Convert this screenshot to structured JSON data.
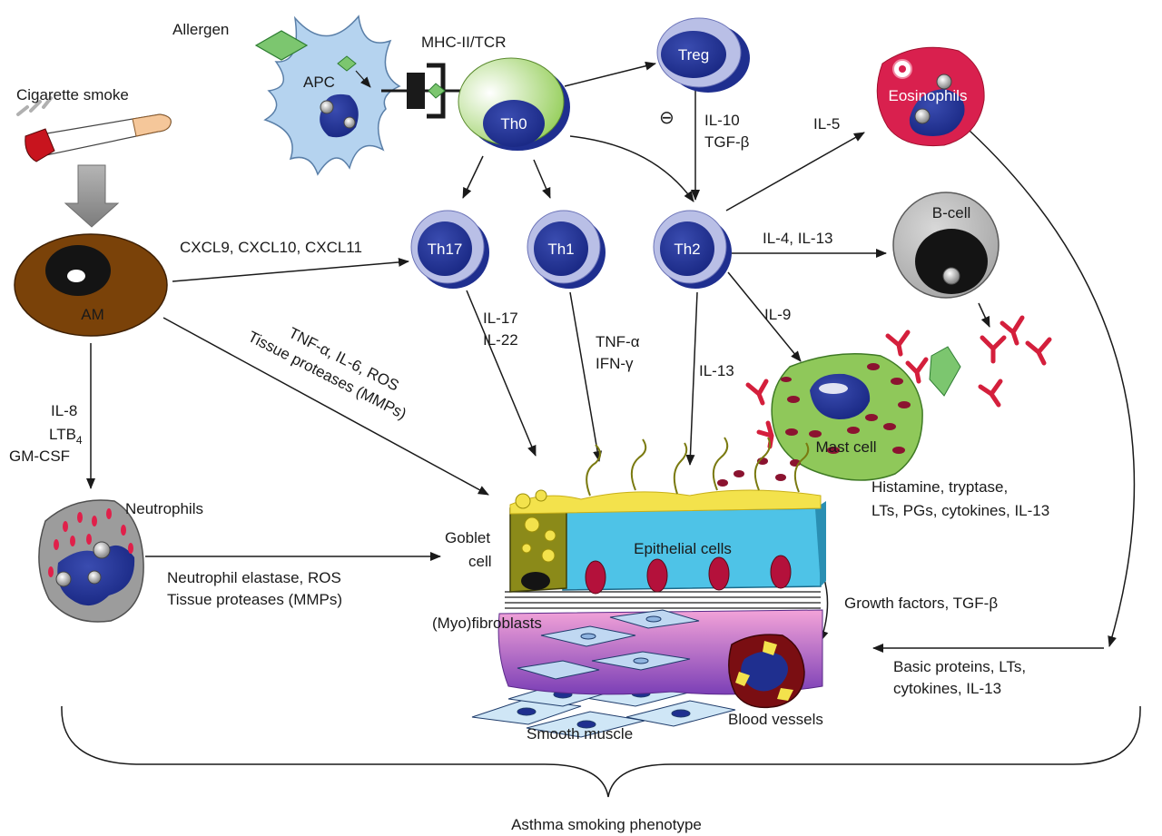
{
  "labels": {
    "allergen": "Allergen",
    "apc": "APC",
    "mhc_tcr": "MHC-II/TCR",
    "th0": "Th0",
    "treg": "Treg",
    "inhibit_symbol": "⊖",
    "il10": "IL-10",
    "tgfb": "TGF-β",
    "eosinophils": "Eosinophils",
    "il5": "IL-5",
    "cigarette_smoke": "Cigarette smoke",
    "am": "AM",
    "cxcl": "CXCL9, CXCL10, CXCL11",
    "th17": "Th17",
    "th1": "Th1",
    "th2": "Th2",
    "il4_il13": "IL-4, IL-13",
    "bcell": "B-cell",
    "il9": "IL-9",
    "il17": "IL-17",
    "il22": "IL-22",
    "tnfa": "TNF-α",
    "ifng": "IFN-γ",
    "il13": "IL-13",
    "am_med_1": "TNF-α, IL-6, ROS",
    "am_med_2": "Tissue proteases (MMPs)",
    "il8": "IL-8",
    "ltb4": "LTB",
    "ltb4_sub": "4",
    "gmcsf": "GM-CSF",
    "mast_cell": "Mast cell",
    "mast_med_1": "Histamine, tryptase,",
    "mast_med_2": "LTs, PGs, cytokines, IL-13",
    "neutrophils": "Neutrophils",
    "neut_med_1": "Neutrophil elastase, ROS",
    "neut_med_2": "Tissue proteases (MMPs)",
    "goblet_1": "Goblet",
    "goblet_2": "cell",
    "epithelial": "Epithelial cells",
    "myofibroblasts": "(Myo)fibroblasts",
    "growth_factors": "Growth factors, TGF-β",
    "eos_med_1": "Basic proteins, LTs,",
    "eos_med_2": "cytokines, IL-13",
    "smooth_muscle": "Smooth muscle",
    "blood_vessels": "Blood vessels",
    "phenotype": "Asthma smoking phenotype"
  },
  "colors": {
    "cell_navy": "#1f2f8f",
    "cell_ring": "#b9bfe6",
    "apc_blue": "#b5d3ef",
    "th0_green": "#a9d36b",
    "eos_red": "#d9204e",
    "am_brown": "#7a4209",
    "mast_green": "#8fc85a",
    "epithelium_cyan": "#4ec3e7",
    "goblet_olive": "#8b8a19",
    "mucus_yellow": "#f3e24c"
  }
}
